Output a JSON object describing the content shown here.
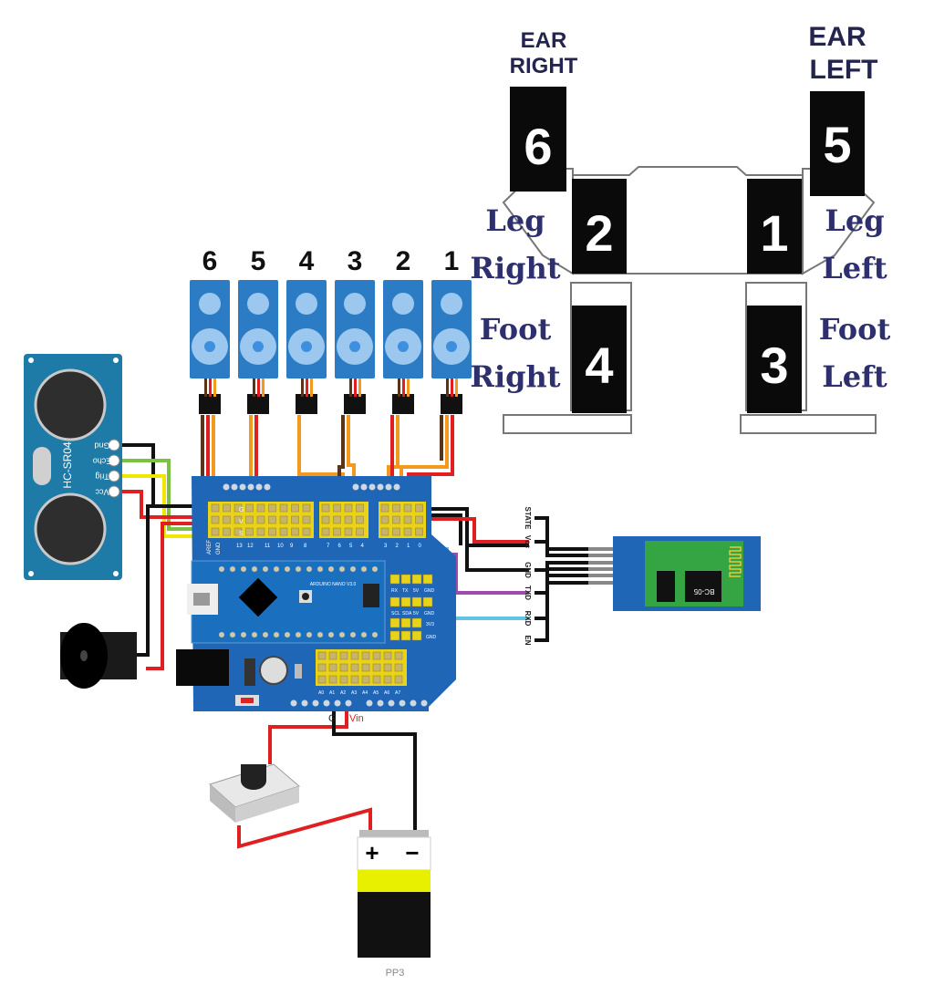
{
  "servo_numbers": [
    "6",
    "5",
    "4",
    "3",
    "2",
    "1"
  ],
  "robot_map": {
    "ear_right": [
      "EAR",
      "RIGHT"
    ],
    "ear_left": [
      "EAR",
      "LEFT"
    ],
    "leg_right": [
      "Leg",
      "Right"
    ],
    "leg_left": [
      "Leg",
      "Left"
    ],
    "foot_right": [
      "Foot",
      "Right"
    ],
    "foot_left": [
      "Foot",
      "Left"
    ],
    "servo_ids": {
      "ear_right": "6",
      "ear_left": "5",
      "leg_right": "2",
      "leg_left": "1",
      "foot_right": "4",
      "foot_left": "3"
    }
  },
  "ultrasonic": {
    "name": "HC-SR04",
    "pins": [
      "Gnd",
      "Echo",
      "Trig",
      "Vcc"
    ]
  },
  "bluetooth": {
    "name": "BC-05",
    "pins": [
      "STATE",
      "Vcc",
      "GND",
      "TXD",
      "RXD",
      "EN"
    ]
  },
  "shield": {
    "header_rows": [
      "G",
      "V",
      "S"
    ],
    "digital_left": [
      "AREF",
      "GND",
      "13",
      "12",
      "11",
      "10",
      "9",
      "8"
    ],
    "digital_mid": [
      "7",
      "6",
      "5",
      "4"
    ],
    "digital_right": [
      "3",
      "2",
      "1",
      "0"
    ],
    "analog": [
      "A0",
      "A1",
      "A2",
      "A3",
      "A4",
      "A5",
      "A6",
      "A7"
    ],
    "serial_header": [
      "RX",
      "TX",
      "5V",
      "GND"
    ],
    "i2c_header": [
      "SCL",
      "SDA",
      "5V",
      "GND"
    ],
    "power_3v3": "3V3",
    "power_gnd": "GND",
    "nano_label": "ARDUINO NANO V3.0",
    "power_labels": {
      "gnd": "G",
      "vin": "Vin"
    }
  },
  "battery": {
    "label": "PP3",
    "plus": "+",
    "minus": "−"
  },
  "wire_colors": {
    "black": "#111111",
    "red": "#e02020",
    "yellow": "#f2e600",
    "green": "#7cc242",
    "orange": "#f39a1e",
    "brown": "#5a3418",
    "purple": "#a04ab0",
    "cyan": "#62c3e6",
    "tan": "#8a7d5c"
  }
}
